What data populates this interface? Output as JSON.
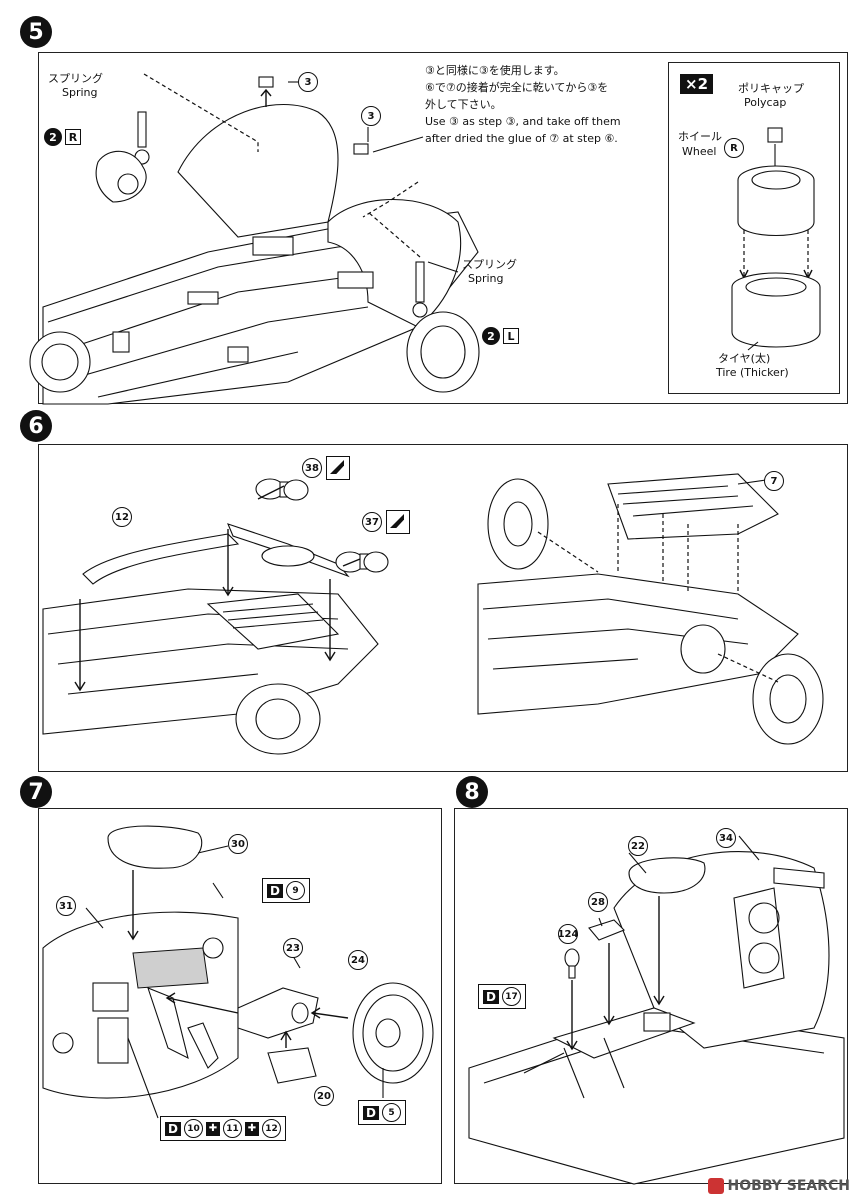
{
  "steps": {
    "s5": {
      "badge": "5",
      "spring_jp": "スプリング",
      "spring_en": "Spring",
      "part3": "3",
      "spring2_jp": "スプリング",
      "spring2_en": "Spring",
      "right_num": "2",
      "right_box": "R",
      "left_num": "2",
      "left_box": "L",
      "note_l1": "③と同様に③を使用します。",
      "note_l2": "⑥で⑦の接着が完全に乾いてから③を",
      "note_l3": "外して下さい。",
      "note_l4": "Use ③ as step ③, and take off them",
      "note_l5": "after dried the glue of ⑦ at step ⑥.",
      "inset": {
        "x2": "×2",
        "polycap_jp": "ポリキャップ",
        "polycap_en": "Polycap",
        "wheel_jp": "ホイール",
        "wheel_en": "Wheel",
        "wheel_mark": "R",
        "tire_jp": "タイヤ(太)",
        "tire_en": "Tire (Thicker)"
      }
    },
    "s6": {
      "badge": "6",
      "p12": "12",
      "p38": "38",
      "p37": "37",
      "p7": "7"
    },
    "s7": {
      "badge": "7",
      "p30": "30",
      "p31": "31",
      "p23": "23",
      "p24": "24",
      "p20": "20",
      "d9_d": "D",
      "d9_n": "9",
      "d5_d": "D",
      "d5_n": "5",
      "dstrip_d": "D",
      "dstrip_a": "10",
      "dstrip_b": "11",
      "dstrip_c": "12"
    },
    "s8": {
      "badge": "8",
      "p22": "22",
      "p34": "34",
      "p28": "28",
      "p124": "124",
      "d17_d": "D",
      "d17_n": "17"
    }
  },
  "watermark": "HOBBY SEARCH"
}
